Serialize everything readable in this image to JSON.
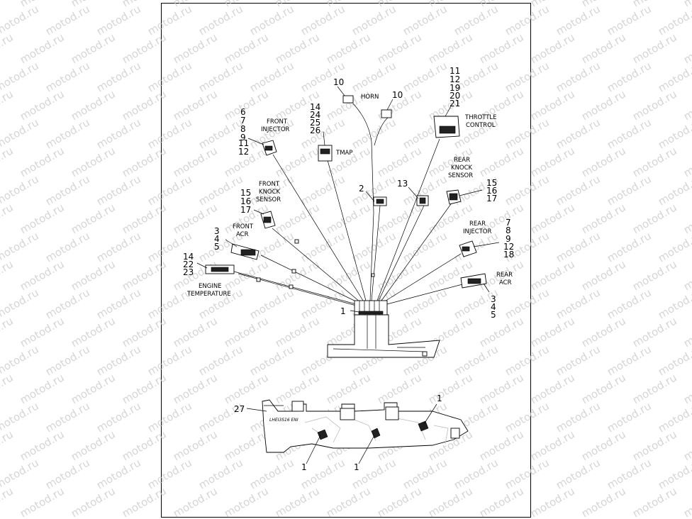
{
  "watermark": "motod.ru",
  "labels": {
    "horn": "HORN",
    "tmap": "TMAP",
    "throttle_control": [
      "THROTTLE",
      "CONTROL"
    ],
    "front_injector": [
      "FRONT",
      "INJECTOR"
    ],
    "front_knock_sensor": [
      "FRONT",
      "KNOCK",
      "SENSOR"
    ],
    "rear_knock_sensor": [
      "REAR",
      "KNOCK",
      "SENSOR"
    ],
    "front_acr": [
      "FRONT",
      "ACR"
    ],
    "rear_injector": [
      "REAR",
      "INJECTOR"
    ],
    "rear_acr": [
      "REAR",
      "ACR"
    ],
    "engine_temperature": [
      "ENGINE",
      "TEMPERATURE"
    ],
    "housing_marking": "LHEI3S16 ENI"
  },
  "callouts": {
    "front_injector": [
      "6",
      "7",
      "8",
      "9",
      "11",
      "12"
    ],
    "tmap": [
      "14",
      "24",
      "25",
      "26"
    ],
    "horn_left": "10",
    "horn_right": "10",
    "throttle_control": [
      "11",
      "12",
      "19",
      "20",
      "21"
    ],
    "front_knock_sensor": [
      "15",
      "16",
      "17"
    ],
    "center_connector": "2",
    "rear_knock_sensor_mount": "13",
    "rear_knock_sensor": [
      "15",
      "16",
      "17"
    ],
    "front_acr": [
      "3",
      "4",
      "5"
    ],
    "engine_temperature": [
      "14",
      "22",
      "23"
    ],
    "rear_injector": [
      "7",
      "8",
      "9",
      "12",
      "18"
    ],
    "rear_acr": [
      "3",
      "4",
      "5"
    ],
    "harness_main": "1",
    "lower_right": "1",
    "lower_left": "1",
    "lower_center": "1",
    "lower_housing": "27"
  }
}
